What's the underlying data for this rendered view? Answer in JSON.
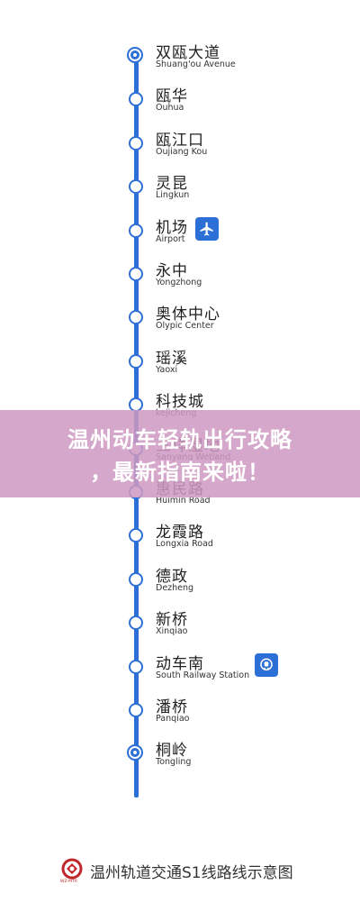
{
  "stations": [
    {
      "zh": "双瓯大道",
      "en": "Shuang'ou Avenue",
      "terminal": true
    },
    {
      "zh": "瓯华",
      "en": "Ouhua"
    },
    {
      "zh": "瓯江口",
      "en": "Oujiang Kou"
    },
    {
      "zh": "灵昆",
      "en": "Lingkun"
    },
    {
      "zh": "机场",
      "en": "Airport",
      "badge": "airplane-icon"
    },
    {
      "zh": "永中",
      "en": "Yongzhong"
    },
    {
      "zh": "奥体中心",
      "en": "Olypic Center"
    },
    {
      "zh": "瑶溪",
      "en": "Yaoxi"
    },
    {
      "zh": "科技城",
      "en": "kejicheng"
    },
    {
      "zh": "三垟湿地",
      "en": "Sanyang Wetland"
    },
    {
      "zh": "惠民路",
      "en": "Huimin Road"
    },
    {
      "zh": "龙霞路",
      "en": "Longxia Road"
    },
    {
      "zh": "德政",
      "en": "Dezheng"
    },
    {
      "zh": "新桥",
      "en": "Xinqiao"
    },
    {
      "zh": "动车南",
      "en": "South Railway Station",
      "badge": "railway-station-icon"
    },
    {
      "zh": "潘桥",
      "en": "Panqiao"
    },
    {
      "zh": "桐岭",
      "en": "Tongling",
      "terminal": true
    }
  ],
  "headline": {
    "line1": "温州动车轻轨出行攻略",
    "line2": "，最新指南来啦！"
  },
  "footer": {
    "logo_icon": "wenzhou-rail-logo-icon",
    "logo_text": "WZ-MTR",
    "title": "温州轨道交通S1线路线示意图"
  },
  "colors": {
    "line": "#2c6fd6",
    "overlay": "#ce98c1",
    "logo": "#c0272d"
  }
}
